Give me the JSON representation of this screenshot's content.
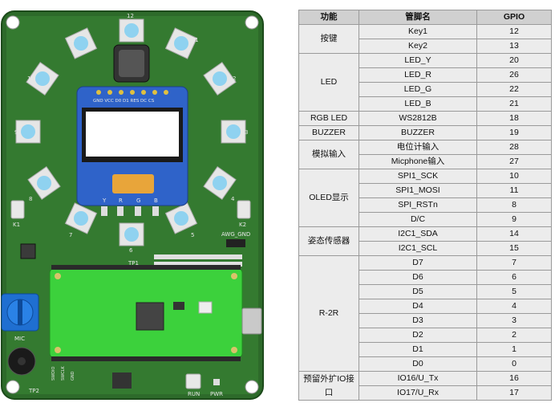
{
  "board": {
    "silk": {
      "gpio12": "12",
      "k1": "K1",
      "k2": "K2",
      "awg_gnd": "AWG_GND",
      "tp1": "TP1",
      "tp2": "TP2",
      "mic": "MIC",
      "run": "RUN",
      "pwr": "PWR",
      "led_y": "Y",
      "led_r": "R",
      "led_g": "G",
      "led_b": "B",
      "oled_pins": "GND VCC D0 D1 RES DC CS",
      "pin_6": "6",
      "pin_9": "9",
      "pin_3": "3",
      "pin_1": "1",
      "pin_10": "10",
      "pin_11": "11",
      "pin_8": "8",
      "pin_7": "7",
      "pin_4": "4",
      "pin_5": "5",
      "pin_2": "2",
      "pico_left": "GND",
      "pico_swdio": "SWDIO",
      "pico_swclk": "SWCLK"
    }
  },
  "table": {
    "headers": [
      "功能",
      "管脚名",
      "GPIO"
    ],
    "groups": [
      {
        "func": "按键",
        "rows": [
          [
            "Key1",
            "12"
          ],
          [
            "Key2",
            "13"
          ]
        ]
      },
      {
        "func": "LED",
        "rows": [
          [
            "LED_Y",
            "20"
          ],
          [
            "LED_R",
            "26"
          ],
          [
            "LED_G",
            "22"
          ],
          [
            "LED_B",
            "21"
          ]
        ]
      },
      {
        "func": "RGB LED",
        "rows": [
          [
            "WS2812B",
            "18"
          ]
        ]
      },
      {
        "func": "BUZZER",
        "rows": [
          [
            "BUZZER",
            "19"
          ]
        ]
      },
      {
        "func": "模拟输入",
        "rows": [
          [
            "电位计输入",
            "28"
          ],
          [
            "Micphone输入",
            "27"
          ]
        ]
      },
      {
        "func": "OLED显示",
        "rows": [
          [
            "SPI1_SCK",
            "10"
          ],
          [
            "SPI1_MOSI",
            "11"
          ],
          [
            "SPI_RSTn",
            "8"
          ],
          [
            "D/C",
            "9"
          ]
        ]
      },
      {
        "func": "姿态传感器",
        "rows": [
          [
            "I2C1_SDA",
            "14"
          ],
          [
            "I2C1_SCL",
            "15"
          ]
        ]
      },
      {
        "func": "R-2R",
        "rows": [
          [
            "D7",
            "7"
          ],
          [
            "D6",
            "6"
          ],
          [
            "D5",
            "5"
          ],
          [
            "D4",
            "4"
          ],
          [
            "D3",
            "3"
          ],
          [
            "D2",
            "2"
          ],
          [
            "D1",
            "1"
          ],
          [
            "D0",
            "0"
          ]
        ]
      },
      {
        "func": "预留外扩IO接口",
        "rows": [
          [
            "IO16/U_Tx",
            "16"
          ],
          [
            "IO17/U_Rx",
            "17"
          ]
        ]
      }
    ]
  },
  "colors": {
    "pcb": "#2d6a2a",
    "pcb_light": "#3c8236",
    "pico": "#3cd13c",
    "oled_frame": "#2f63c9",
    "pot": "#1f6fd1",
    "led": "#8fd2f0",
    "header_bg": "#d0d0d0",
    "cell_bg": "#ececec"
  }
}
